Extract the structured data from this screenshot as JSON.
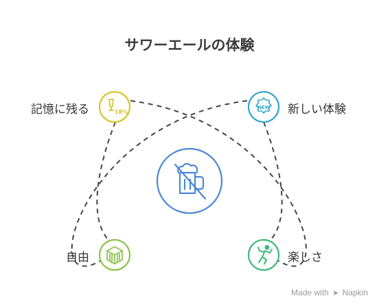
{
  "title": "サワーエールの体験",
  "center": {
    "icon": "no-beer-icon",
    "color": "#4a86d8"
  },
  "nodes": [
    {
      "id": "top-left",
      "label": "記憶に残る",
      "icon": "alcohol-percent-icon",
      "color": "#d8c52a"
    },
    {
      "id": "top-right",
      "label": "新しい体験",
      "icon": "new-badge-icon",
      "color": "#33a6c8"
    },
    {
      "id": "bottom-left",
      "label": "自由",
      "icon": "cube-icon",
      "color": "#8bc34a"
    },
    {
      "id": "bottom-right",
      "label": "楽しさ",
      "icon": "dancing-person-icon",
      "color": "#3cb878"
    }
  ],
  "footer": {
    "made_with": "Made with",
    "brand": "Napkin"
  }
}
